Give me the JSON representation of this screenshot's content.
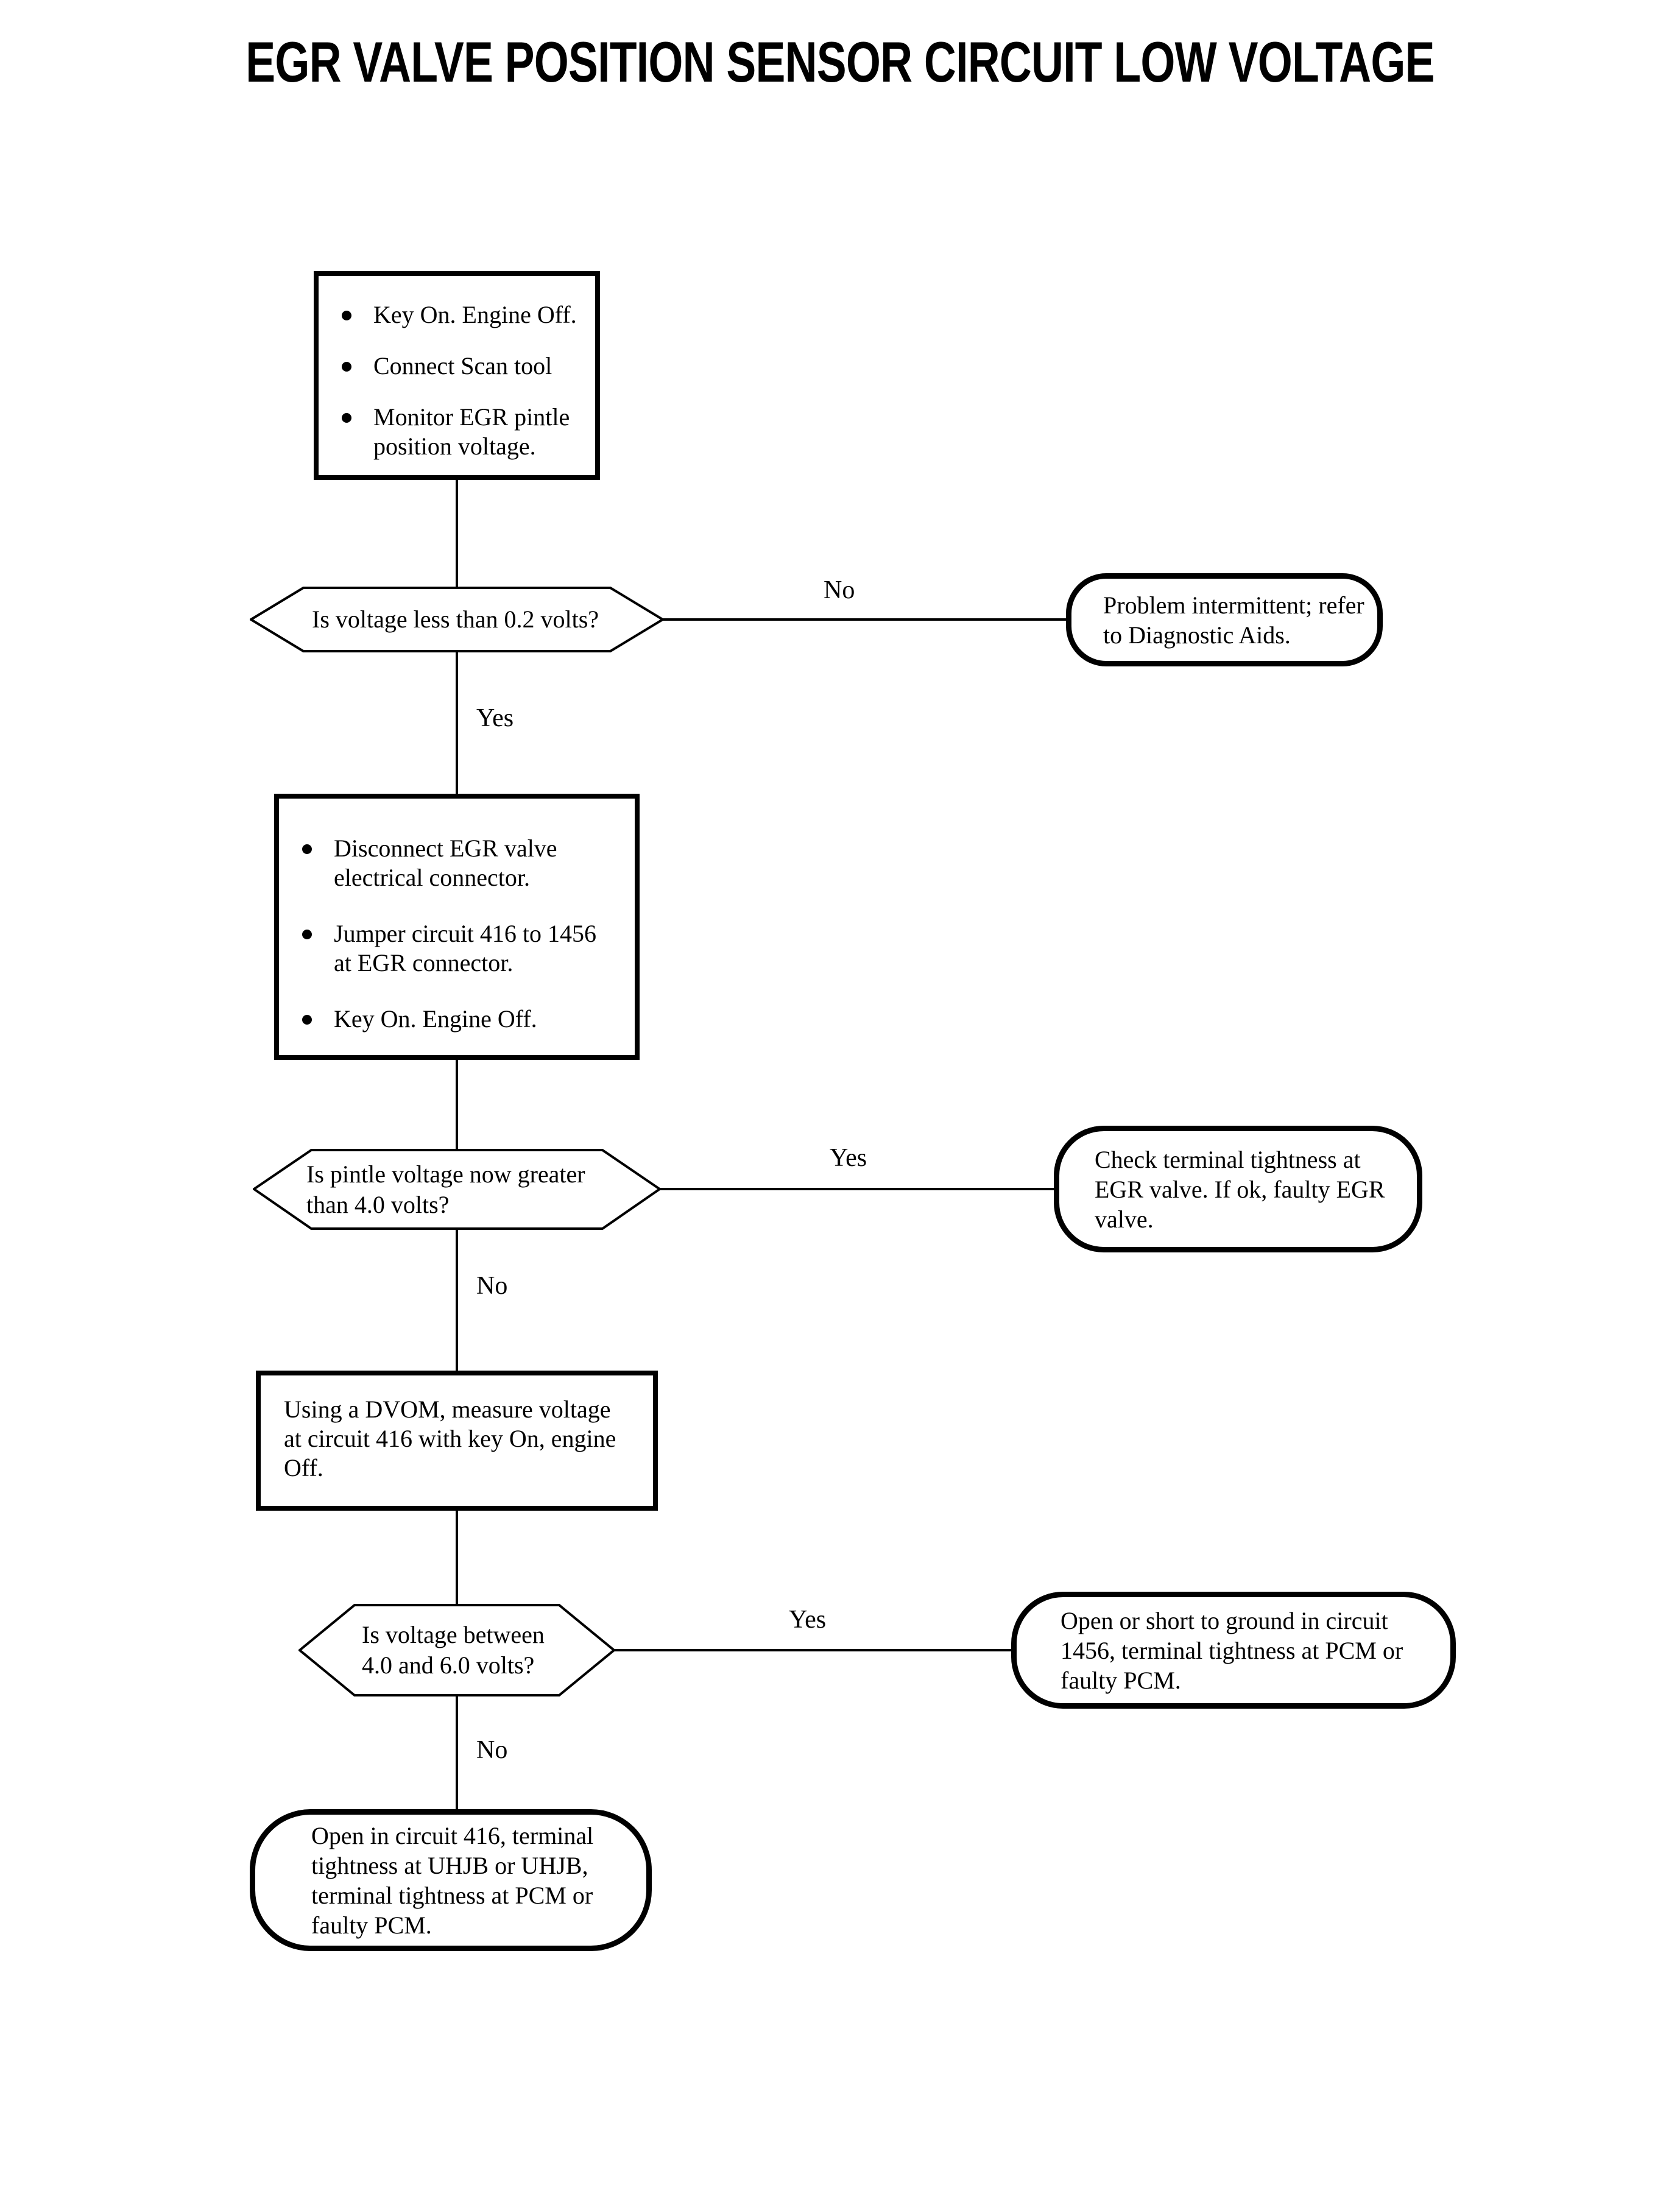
{
  "page": {
    "title": "EGR VALVE POSITION SENSOR CIRCUIT LOW VOLTAGE"
  },
  "nodes": {
    "start_steps": {
      "type": "process",
      "bullets": [
        "Key On. Engine Off.",
        "Connect Scan tool",
        "Monitor EGR pintle position voltage."
      ]
    },
    "decision_voltage_low": {
      "type": "decision",
      "question": "Is voltage less than 0.2 volts?"
    },
    "terminal_intermittent": {
      "type": "terminal",
      "text": "Problem intermittent; refer to Diagnostic Aids."
    },
    "jumper_steps": {
      "type": "process",
      "bullets": [
        "Disconnect EGR valve electrical connector.",
        "Jumper circuit 416 to 1456 at EGR connector.",
        "Key On. Engine Off."
      ]
    },
    "decision_pintle_high": {
      "type": "decision",
      "question": "Is pintle voltage now greater than 4.0 volts?"
    },
    "terminal_egr_valve": {
      "type": "terminal",
      "text": "Check terminal tightness at EGR valve. If ok, faulty EGR valve."
    },
    "dvom_step": {
      "type": "process",
      "text": "Using a DVOM, measure voltage at circuit 416 with key On, engine Off."
    },
    "decision_voltage_range": {
      "type": "decision",
      "question": "Is voltage between 4.0 and 6.0 volts?"
    },
    "terminal_circuit_1456": {
      "type": "terminal",
      "text": "Open or short to ground in circuit 1456, terminal tightness at PCM or faulty PCM."
    },
    "terminal_circuit_416": {
      "type": "terminal",
      "text": "Open in circuit 416, terminal tightness at UHJB or UHJB, terminal tightness at PCM or faulty PCM."
    }
  },
  "edge_labels": {
    "no1": "No",
    "yes1": "Yes",
    "yes2": "Yes",
    "no2": "No",
    "yes3": "Yes",
    "no3": "No"
  }
}
